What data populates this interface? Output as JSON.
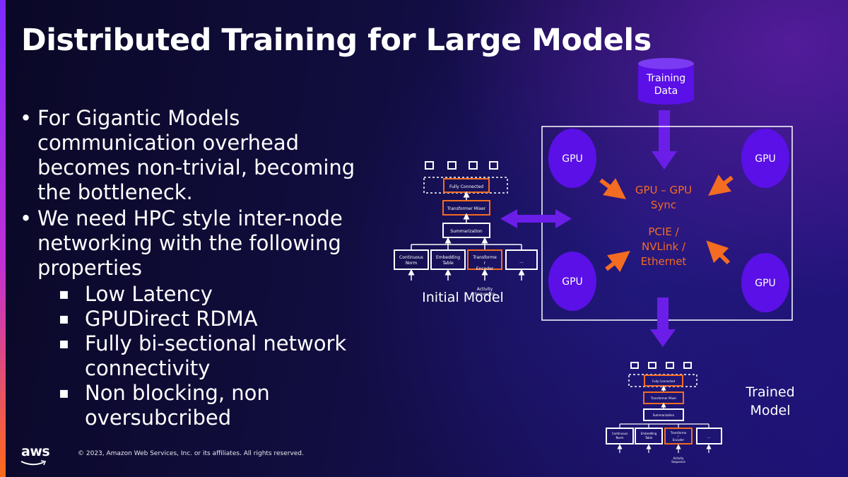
{
  "slide": {
    "title": "Distributed Training for Large Models",
    "bullets": [
      "For Gigantic Models communication overhead becomes non-trivial, becoming the bottleneck.",
      "We need HPC style inter-node networking with the following properties"
    ],
    "sub_bullets": [
      "Low Latency",
      "GPUDirect RDMA",
      "Fully bi-sectional network connectivity",
      "Non blocking, non oversubcribed"
    ]
  },
  "diagram": {
    "db_label_1": "Training",
    "db_label_2": "Data",
    "gpu_label": "GPU",
    "sync_line_1": "GPU – GPU",
    "sync_line_2": "Sync",
    "link_line_1": "PCIE /",
    "link_line_2": "NVLink /",
    "link_line_3": "Ethernet",
    "initial_model_label": "Initial Model",
    "trained_model_line_1": "Trained",
    "trained_model_line_2": "Model",
    "model": {
      "fully_connected": "Fully Connected",
      "transformer_mixer": "Transformer Mixer",
      "summarization": "Summarization",
      "continuous_norm_1": "Continuous",
      "continuous_norm_2": "Norm",
      "embedding_table_1": "Embedding",
      "embedding_table_2": "Table",
      "transformer_encoder_1": "Transforme",
      "transformer_encoder_2": "r",
      "transformer_encoder_3": "Encoder",
      "ellipsis": "...",
      "activity_1": "Activity",
      "activity_2": "Sequence"
    }
  },
  "footer": {
    "logo": "aws",
    "copyright": "© 2023, Amazon Web Services, Inc. or its affiliates. All rights reserved."
  },
  "colors": {
    "accent_orange": "#f36c21",
    "gpu_purple": "#5a10e6",
    "arrow_purple": "#6a1ee8",
    "background": "#110d3e"
  }
}
